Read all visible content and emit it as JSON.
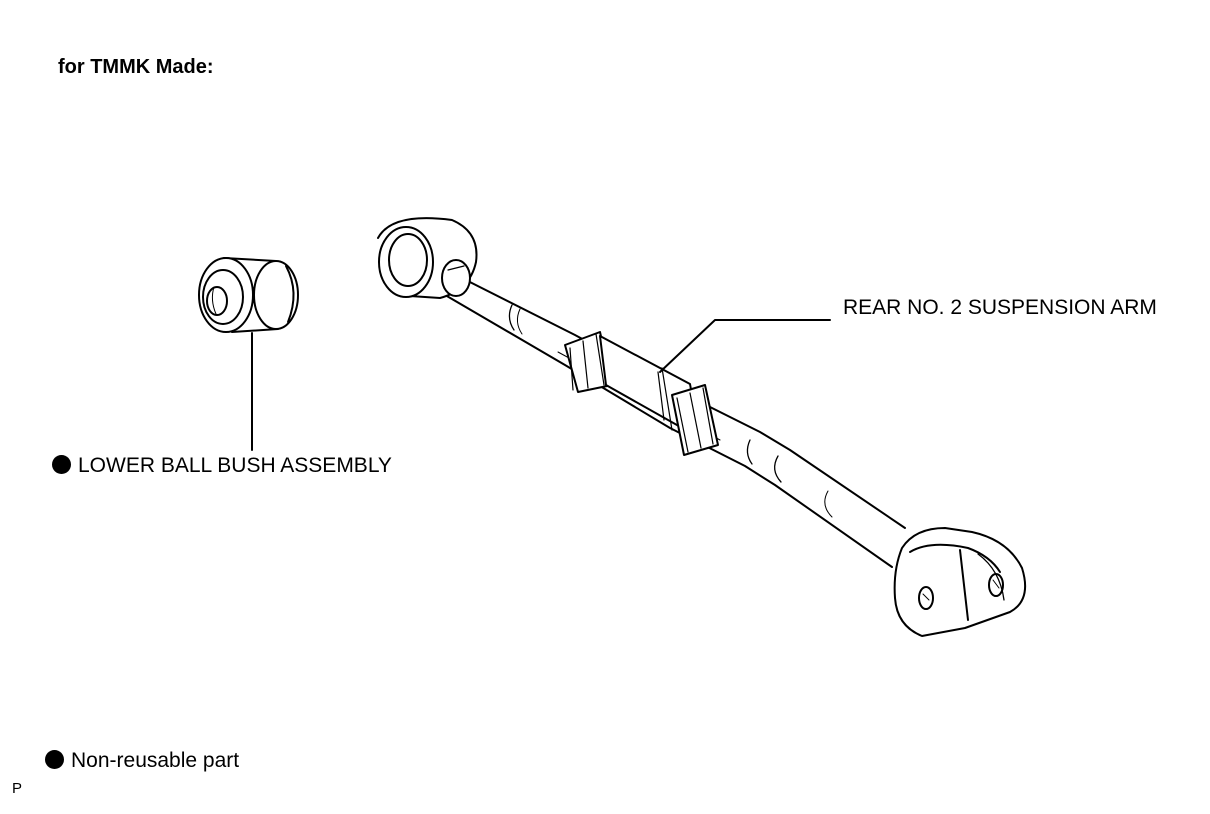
{
  "header": {
    "title": "for TMMK Made:"
  },
  "callouts": {
    "rear_arm": "REAR NO. 2 SUSPENSION ARM",
    "bush": "LOWER BALL BUSH ASSEMBLY"
  },
  "legend": {
    "text": "Non-reusable part"
  },
  "page_mark": "P"
}
